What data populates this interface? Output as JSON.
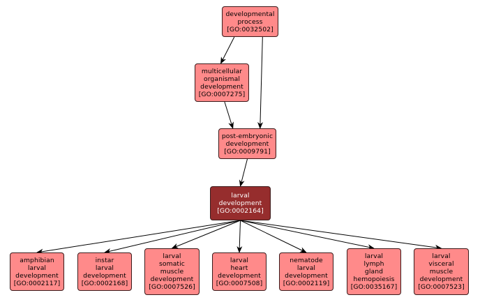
{
  "colors": {
    "node_fill": "#ff8a8a",
    "highlight_fill": "#962d2d",
    "highlight_text": "#ffffff",
    "node_text": "#000000",
    "edge": "#000000"
  },
  "nodes": {
    "developmental_process": {
      "lines": [
        "developmental",
        "process",
        "[GO:0032502]"
      ],
      "highlight": false
    },
    "multicellular_organismal_development": {
      "lines": [
        "multicellular",
        "organismal",
        "development",
        "[GO:0007275]"
      ],
      "highlight": false
    },
    "post_embryonic_development": {
      "lines": [
        "post-embryonic",
        "development",
        "[GO:0009791]"
      ],
      "highlight": false
    },
    "larval_development": {
      "lines": [
        "larval",
        "development",
        "[GO:0002164]"
      ],
      "highlight": true
    },
    "amphibian_larval_development": {
      "lines": [
        "amphibian",
        "larval",
        "development",
        "[GO:0002117]"
      ],
      "highlight": false
    },
    "instar_larval_development": {
      "lines": [
        "instar",
        "larval",
        "development",
        "[GO:0002168]"
      ],
      "highlight": false
    },
    "larval_somatic_muscle_development": {
      "lines": [
        "larval",
        "somatic",
        "muscle",
        "development",
        "[GO:0007526]"
      ],
      "highlight": false
    },
    "larval_heart_development": {
      "lines": [
        "larval",
        "heart",
        "development",
        "[GO:0007508]"
      ],
      "highlight": false
    },
    "nematode_larval_development": {
      "lines": [
        "nematode",
        "larval",
        "development",
        "[GO:0002119]"
      ],
      "highlight": false
    },
    "larval_lymph_gland_hemopoiesis": {
      "lines": [
        "larval",
        "lymph",
        "gland",
        "hemopoiesis",
        "[GO:0035167]"
      ],
      "highlight": false
    },
    "larval_visceral_muscle_development": {
      "lines": [
        "larval",
        "visceral",
        "muscle",
        "development",
        "[GO:0007523]"
      ],
      "highlight": false
    }
  },
  "edges": [
    [
      "developmental_process",
      "multicellular_organismal_development"
    ],
    [
      "developmental_process",
      "post_embryonic_development"
    ],
    [
      "multicellular_organismal_development",
      "post_embryonic_development"
    ],
    [
      "post_embryonic_development",
      "larval_development"
    ],
    [
      "larval_development",
      "amphibian_larval_development"
    ],
    [
      "larval_development",
      "instar_larval_development"
    ],
    [
      "larval_development",
      "larval_somatic_muscle_development"
    ],
    [
      "larval_development",
      "larval_heart_development"
    ],
    [
      "larval_development",
      "nematode_larval_development"
    ],
    [
      "larval_development",
      "larval_lymph_gland_hemopoiesis"
    ],
    [
      "larval_development",
      "larval_visceral_muscle_development"
    ]
  ]
}
